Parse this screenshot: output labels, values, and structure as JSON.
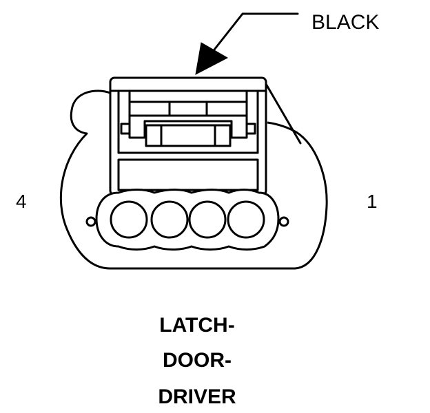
{
  "callout": {
    "label": "BLACK"
  },
  "pins": {
    "left_label": "4",
    "right_label": "1"
  },
  "caption": {
    "line1": "LATCH-",
    "line2": "DOOR-",
    "line3": "DRIVER"
  },
  "colors": {
    "line": "#000000",
    "background": "#ffffff"
  }
}
